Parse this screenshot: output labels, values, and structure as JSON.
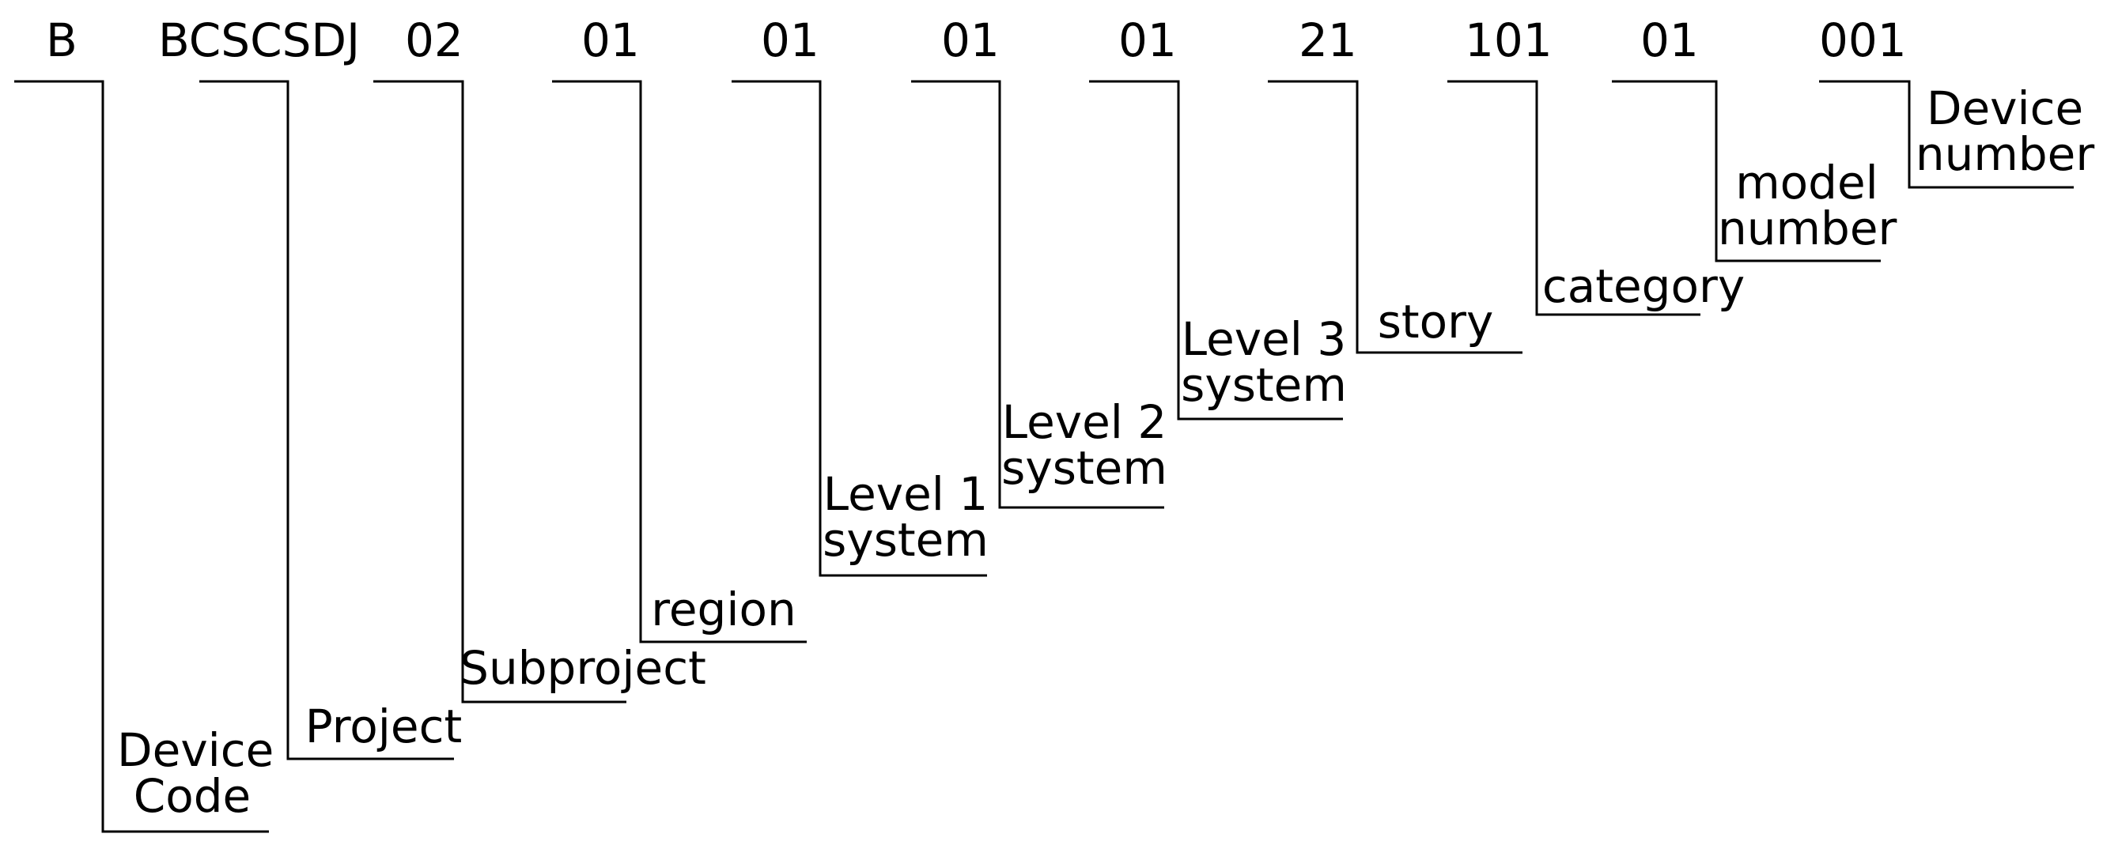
{
  "segments": [
    {
      "code": "B",
      "label_lines": [
        "Device",
        "Code"
      ]
    },
    {
      "code": "BCSCSDJ",
      "label_lines": [
        "Project"
      ]
    },
    {
      "code": "02",
      "label_lines": [
        "Subproject"
      ]
    },
    {
      "code": "01",
      "label_lines": [
        "region"
      ]
    },
    {
      "code": "01",
      "label_lines": [
        "Level 1",
        "system"
      ]
    },
    {
      "code": "01",
      "label_lines": [
        "Level 2",
        "system"
      ]
    },
    {
      "code": "01",
      "label_lines": [
        "Level 3",
        "system"
      ]
    },
    {
      "code": "21",
      "label_lines": [
        "story"
      ]
    },
    {
      "code": "101",
      "label_lines": [
        "category"
      ]
    },
    {
      "code": "01",
      "label_lines": [
        "model",
        "number"
      ]
    },
    {
      "code": "001",
      "label_lines": [
        "Device",
        "number"
      ]
    }
  ],
  "colors": {
    "line": "#000000",
    "text": "#000000",
    "background": "#ffffff"
  }
}
